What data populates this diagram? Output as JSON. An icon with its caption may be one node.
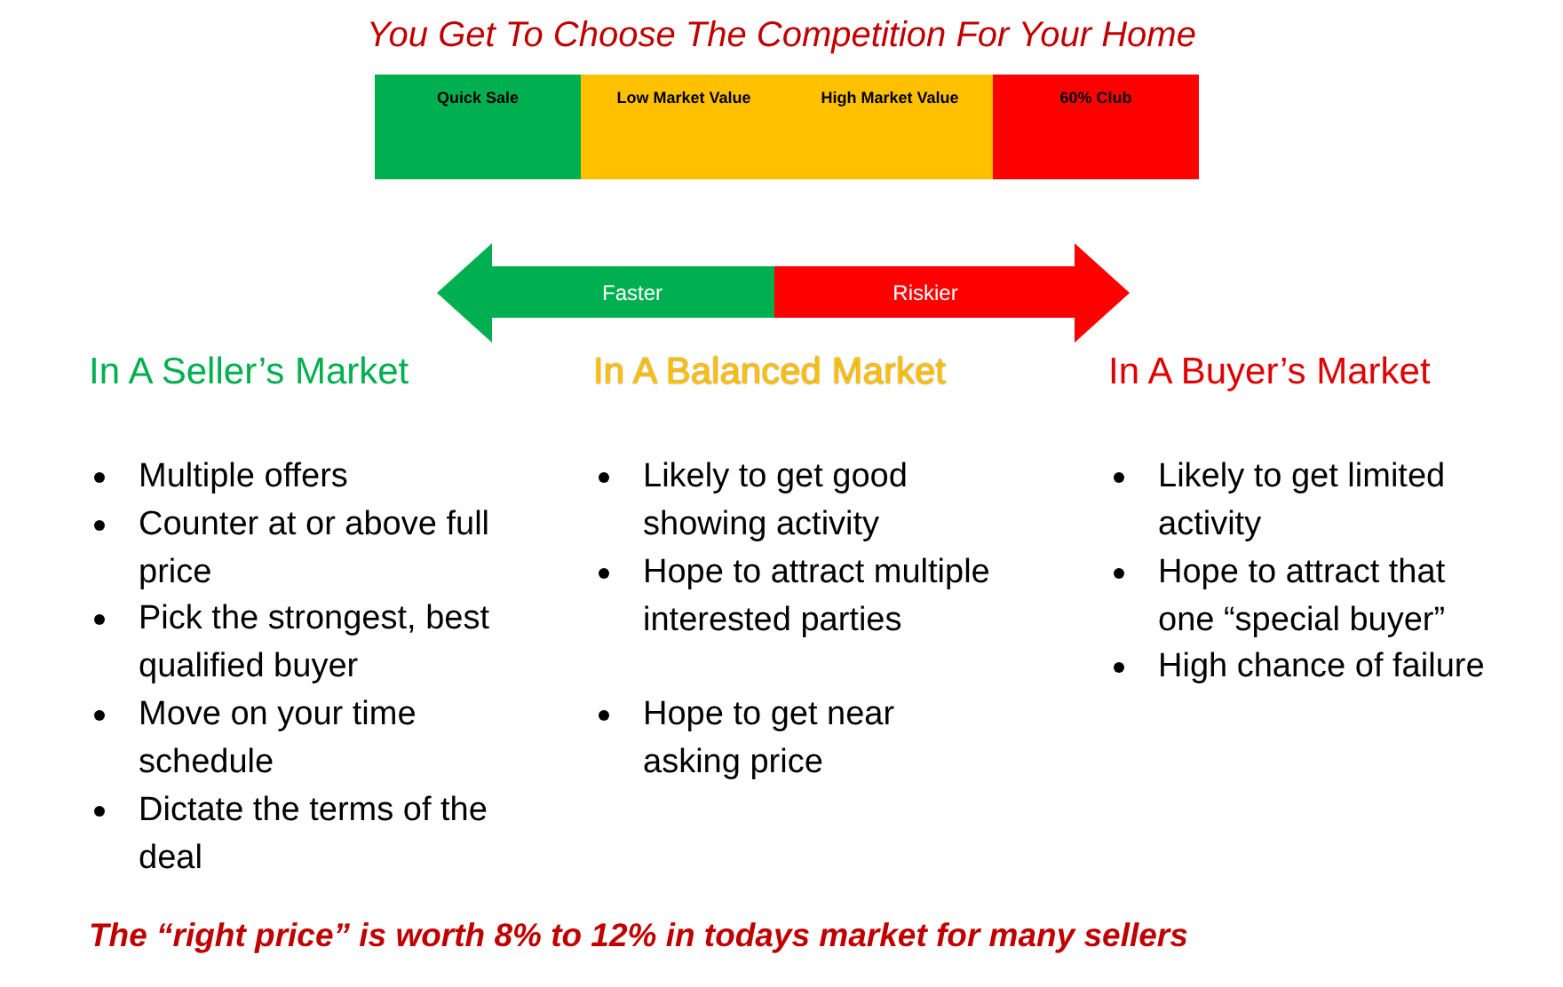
{
  "diagram": {
    "title": "You Get To Choose The Competition For Your Home",
    "nodes": [
      {
        "text": [
          "Quick Sale"
        ]
      },
      {
        "text": [
          "Low Market Value"
        ]
      },
      {
        "text": [
          "High Market Value"
        ]
      },
      {
        "text": [
          "60% Club"
        ]
      },
      {
        "text": [
          "Faster"
        ]
      },
      {
        "text": [
          "Riskier"
        ]
      }
    ],
    "labels": [
      "In A Seller’s Market",
      "Multiple offers",
      "Counter at or above full price",
      "Pick the strongest, best qualified buyer",
      "Move on your time schedule",
      "Dictate the terms of the deal",
      "In A Balanced Market",
      "Likely to get good showing activity",
      "Hope to attract multiple interested parties",
      "Hope to get near asking price",
      "In A Buyer’s Market",
      "Likely to get limited activity",
      "Hope to attract that one “special buyer”",
      "High chance of failure"
    ],
    "caption": "The “right price” is worth 8% to 12% in todays market for many sellers"
  }
}
